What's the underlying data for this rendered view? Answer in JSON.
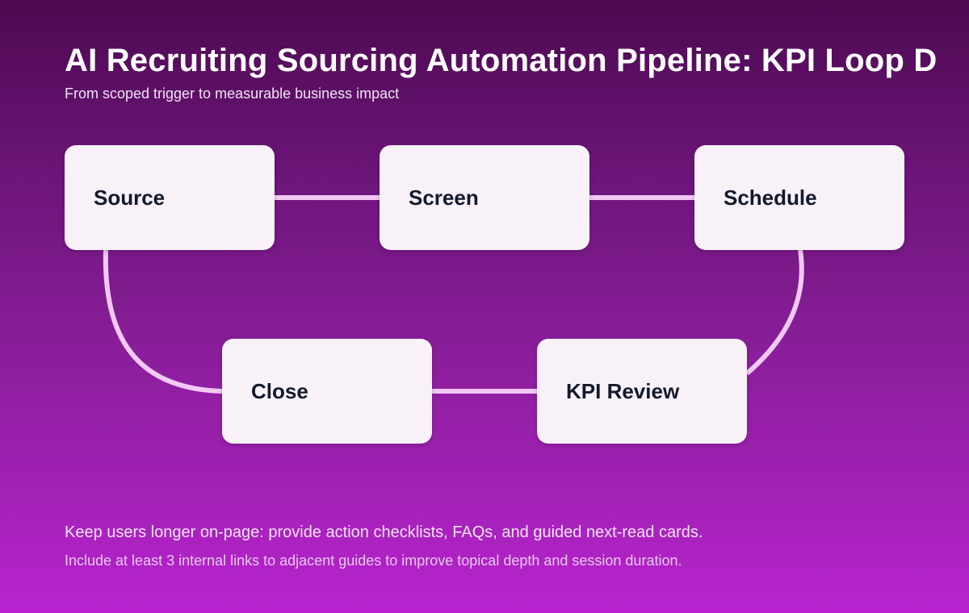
{
  "title": "AI Recruiting Sourcing Automation Pipeline: KPI Loop D",
  "subtitle": "From scoped trigger to measurable business impact",
  "nodes": [
    {
      "label": "Source"
    },
    {
      "label": "Screen"
    },
    {
      "label": "Schedule"
    },
    {
      "label": "KPI Review"
    },
    {
      "label": "Close"
    }
  ],
  "footer": {
    "line1": "Keep users longer on-page: provide action checklists, FAQs, and guided next-read cards.",
    "line2": "Include at least 3 internal links to adjacent guides to improve topical depth and session duration."
  },
  "colors": {
    "background_top": "#4c0a50",
    "background_bottom": "#b823cf",
    "node_fill": "#f8f1f8",
    "node_text": "#131a2c",
    "connector": "#f2c9f4"
  }
}
